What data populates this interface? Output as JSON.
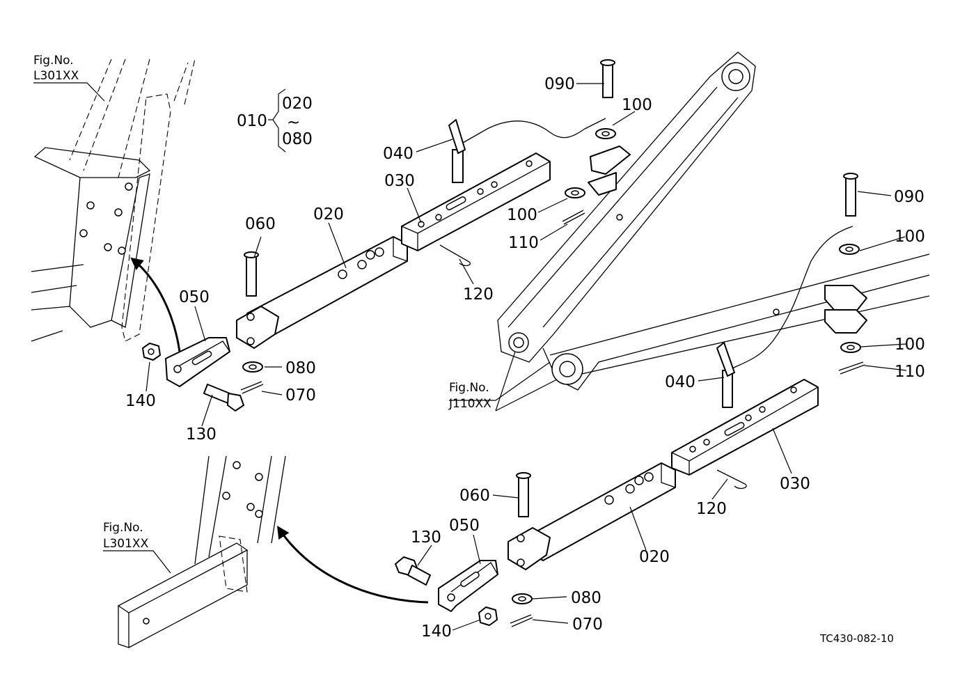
{
  "figure_code": "TC430-082-10",
  "fig_refs": [
    {
      "title": "Fig.No.",
      "code": "L301XX"
    },
    {
      "title": "Fig.No.",
      "code": "J110XX"
    },
    {
      "title": "Fig.No.",
      "code": "L301XX"
    }
  ],
  "assembly": {
    "label": "010",
    "from": "020",
    "range_mark": "~",
    "to": "080"
  },
  "callouts": {
    "upper": [
      "090",
      "100",
      "040",
      "030",
      "100",
      "110",
      "120",
      "020",
      "060",
      "050",
      "080",
      "070",
      "140",
      "130"
    ],
    "right": [
      "090",
      "100",
      "100",
      "110",
      "040",
      "120",
      "030"
    ],
    "lower": [
      "060",
      "050",
      "130",
      "020",
      "080",
      "070",
      "140"
    ]
  }
}
